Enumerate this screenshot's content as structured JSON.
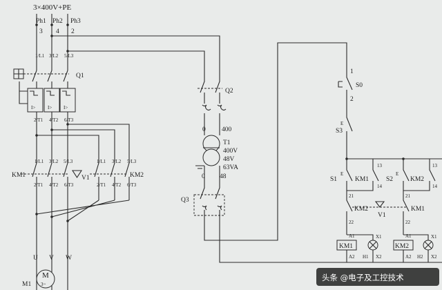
{
  "supply": {
    "label": "3×400V+PE"
  },
  "phases": [
    {
      "name": "Ph1",
      "num": "3"
    },
    {
      "name": "Ph2",
      "num": "4"
    },
    {
      "name": "Ph3",
      "num": "2"
    }
  ],
  "breaker": {
    "id": "Q1",
    "top_terms": [
      "1/L1",
      "3/L2",
      "5/L3"
    ],
    "bot_terms": [
      "2/T1",
      "4/T2",
      "6/T3"
    ],
    "trip_glyph": "I>"
  },
  "contactors": {
    "left": {
      "id": "KM1",
      "top_terms": [
        "1/L1",
        "3/L2",
        "5/L3"
      ],
      "bot_terms": [
        "2/T1",
        "4/T2",
        "6/T3"
      ]
    },
    "right": {
      "id": "KM2",
      "top_terms": [
        "1/L1",
        "3/L2",
        "5/L3"
      ],
      "bot_terms": [
        "2/T1",
        "4/T2",
        "6/T3"
      ]
    },
    "interlock": "V1"
  },
  "motor": {
    "id": "M1",
    "label": "M",
    "type": "3~",
    "terminals": [
      "U",
      "V",
      "W"
    ]
  },
  "control": {
    "q2": "Q2",
    "q3": "Q3",
    "transformer": {
      "id": "T1",
      "primary_terms": [
        "0",
        "400"
      ],
      "secondary_terms": [
        "0",
        "48"
      ],
      "ratings": [
        "400V",
        "48V",
        "63VA"
      ]
    },
    "stop": {
      "id": "S0",
      "terms": [
        "1",
        "2"
      ]
    },
    "estop": {
      "id": "S3",
      "mark": "E"
    },
    "branch1": {
      "start": "S1",
      "start_mark": "E",
      "hold": "KM1",
      "terms": [
        "13",
        "14"
      ],
      "interlock": "KM2",
      "ilk_terms": [
        "21",
        "22"
      ],
      "coil": "KM1",
      "coil_terms": [
        "A1",
        "A2"
      ],
      "lamp": "H1",
      "lamp_terms": [
        "X1",
        "X2"
      ]
    },
    "branch2": {
      "start": "S2",
      "start_mark": "E",
      "hold": "KM2",
      "terms": [
        "13",
        "14"
      ],
      "interlock": "KM1",
      "ilk_terms": [
        "21",
        "22"
      ],
      "coil": "KM2",
      "coil_terms": [
        "A1",
        "A2"
      ],
      "lamp": "H2",
      "lamp_terms": [
        "X1",
        "X2"
      ]
    },
    "mech_link": "V1"
  },
  "watermark": "头条 @电子及工控技术",
  "colors": {
    "ink": "#2a2a2a",
    "paper": "#e9ebea",
    "badge": "#1a1a1a"
  }
}
